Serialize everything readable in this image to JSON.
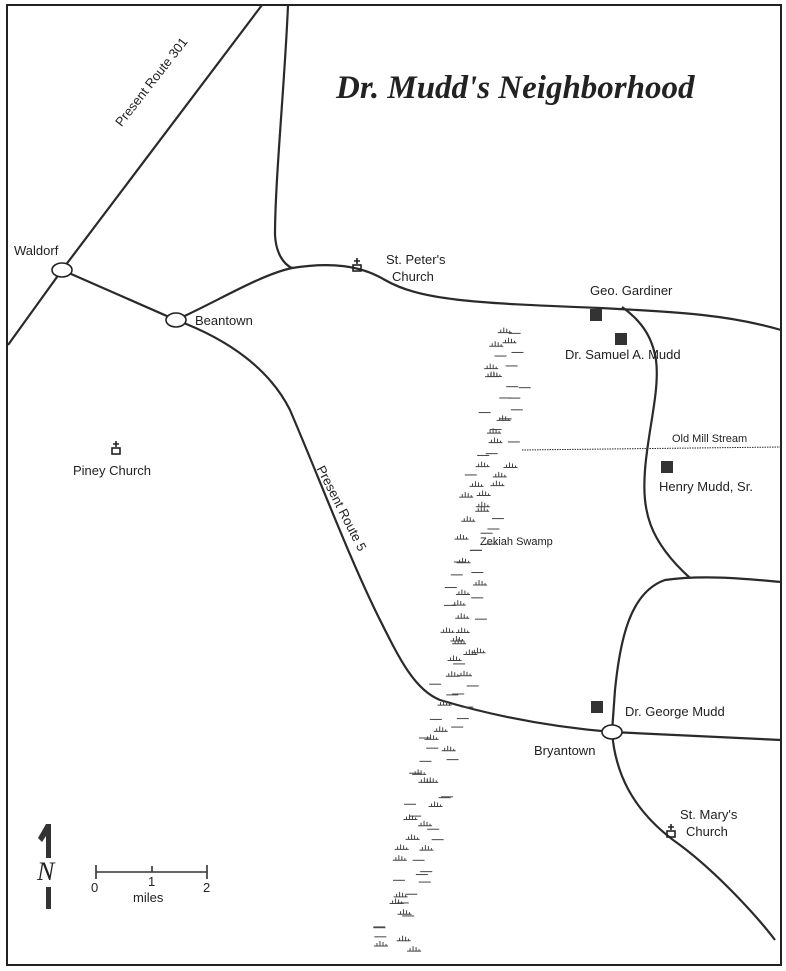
{
  "title": "Dr. Mudd's Neighborhood",
  "roads": {
    "route_301": "Present Route 301",
    "route_5": "Present Route 5"
  },
  "towns": [
    "Waldorf",
    "Beantown",
    "Bryantown"
  ],
  "churches": {
    "st_peters": [
      "St. Peter's",
      "Church"
    ],
    "piney": "Piney Church",
    "st_marys": [
      "St. Mary's",
      "Church"
    ]
  },
  "homes": {
    "gardiner": "Geo. Gardiner",
    "samuel_mudd": "Dr. Samuel A. Mudd",
    "henry_mudd": "Henry Mudd, Sr.",
    "george_mudd": "Dr. George Mudd"
  },
  "water": {
    "stream": "Old Mill Stream",
    "swamp": "Zekiah Swamp"
  },
  "scale": {
    "ticks": [
      "0",
      "1",
      "2"
    ],
    "unit": "miles"
  },
  "north": "N"
}
